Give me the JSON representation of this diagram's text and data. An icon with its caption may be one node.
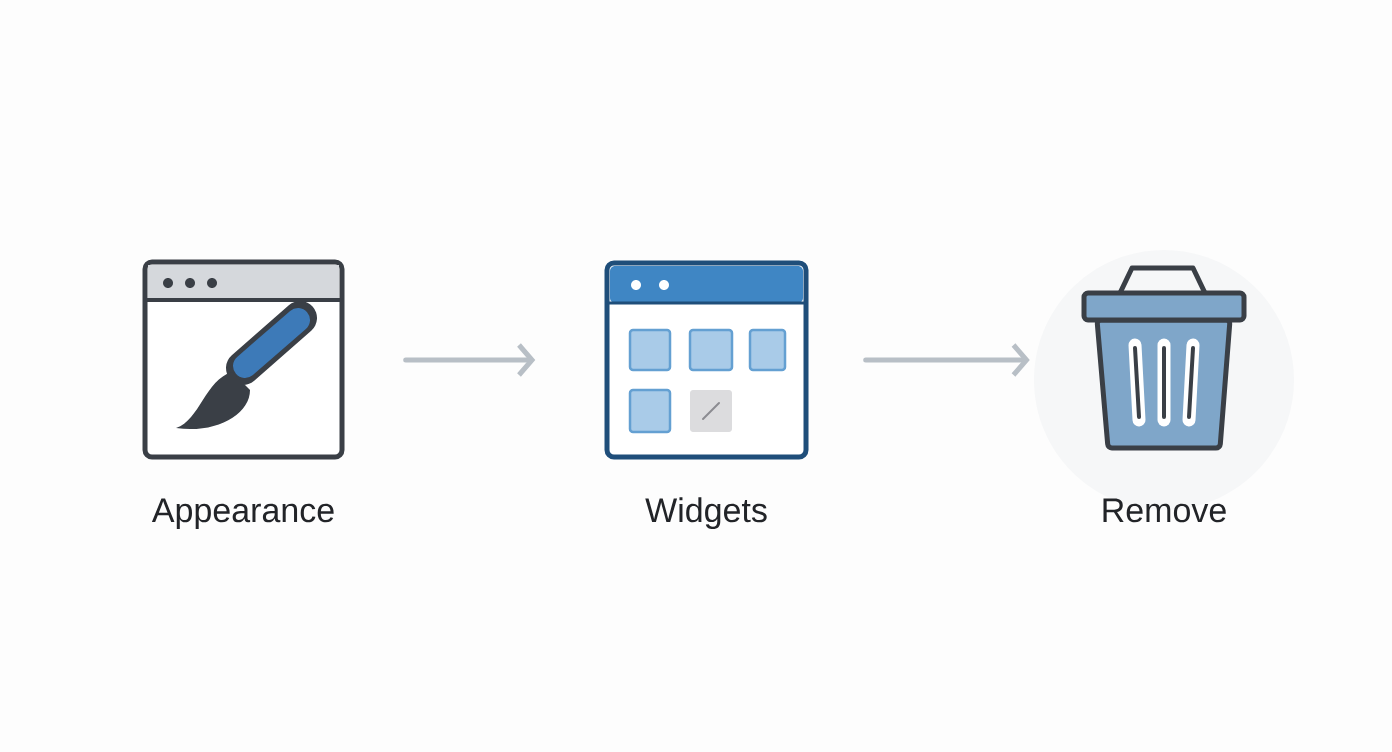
{
  "diagram": {
    "nodes": [
      {
        "text": [
          "Appearance"
        ]
      },
      {
        "text": [
          "Widgets"
        ]
      },
      {
        "text": [
          "Remove"
        ]
      }
    ],
    "edges": [
      {
        "from": 0,
        "to": 1,
        "arrow": "to"
      },
      {
        "from": 1,
        "to": 2,
        "arrow": "to"
      }
    ]
  }
}
